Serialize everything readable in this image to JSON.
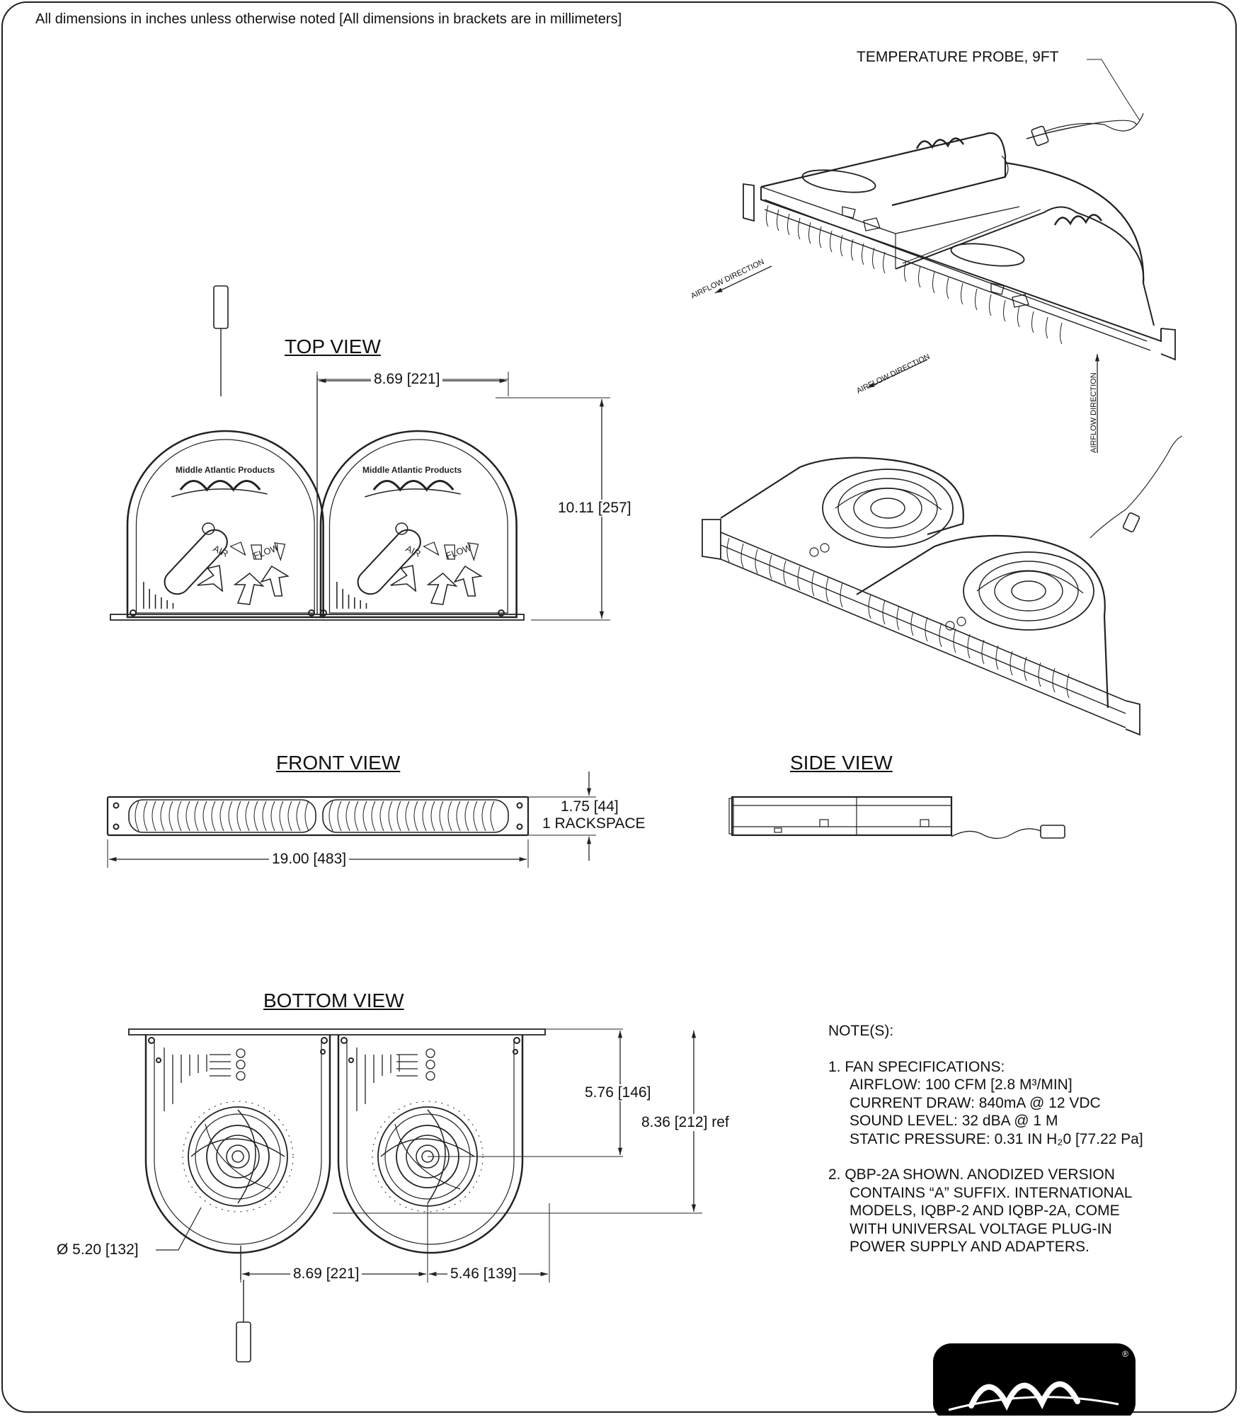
{
  "header": {
    "note": "All dimensions in inches unless otherwise noted [All dimensions in brackets are in millimeters]"
  },
  "views": {
    "top_title": "TOP VIEW",
    "front_title": "FRONT VIEW",
    "side_title": "SIDE VIEW",
    "bottom_title": "BOTTOM VIEW"
  },
  "callouts": {
    "temperature_probe": "TEMPERATURE PROBE, 9FT",
    "airflow_direction": "AIRFLOW DIRECTION"
  },
  "panel_text": {
    "brand": "Middle Atlantic Products",
    "air": "AIR",
    "flow": "FLOW"
  },
  "dimensions": {
    "top_width": "8.69 [221]",
    "top_depth": "10.11 [257]",
    "front_height": "1.75 [44]",
    "front_rackspace": "1 RACKSPACE",
    "front_width": "19.00 [483]",
    "bottom_fan_depth": "5.76 [146]",
    "bottom_total_depth": "8.36 [212] ref",
    "bottom_fan_diameter": "Ø 5.20 [132]",
    "bottom_spacing": "8.69 [221]",
    "bottom_offset": "5.46 [139]"
  },
  "notes": {
    "heading": "NOTE(S):",
    "n1_title": "1. FAN SPECIFICATIONS:",
    "n1_airflow": "AIRFLOW: 100 CFM [2.8 M³/MIN]",
    "n1_current": "CURRENT DRAW: 840mA @ 12 VDC",
    "n1_sound": "SOUND LEVEL: 32 dBA @ 1 M",
    "n1_pressure": "STATIC PRESSURE: 0.31 IN H₂0 [77.22 Pa]",
    "n2_line1": "2. QBP-2A SHOWN. ANODIZED VERSION",
    "n2_line2": "CONTAINS “A” SUFFIX. INTERNATIONAL",
    "n2_line3": "MODELS, IQBP-2 AND IQBP-2A, COME",
    "n2_line4": "WITH UNIVERSAL VOLTAGE PLUG-IN",
    "n2_line5": "POWER SUPPLY AND ADAPTERS."
  },
  "logo": {
    "registered": "®"
  }
}
